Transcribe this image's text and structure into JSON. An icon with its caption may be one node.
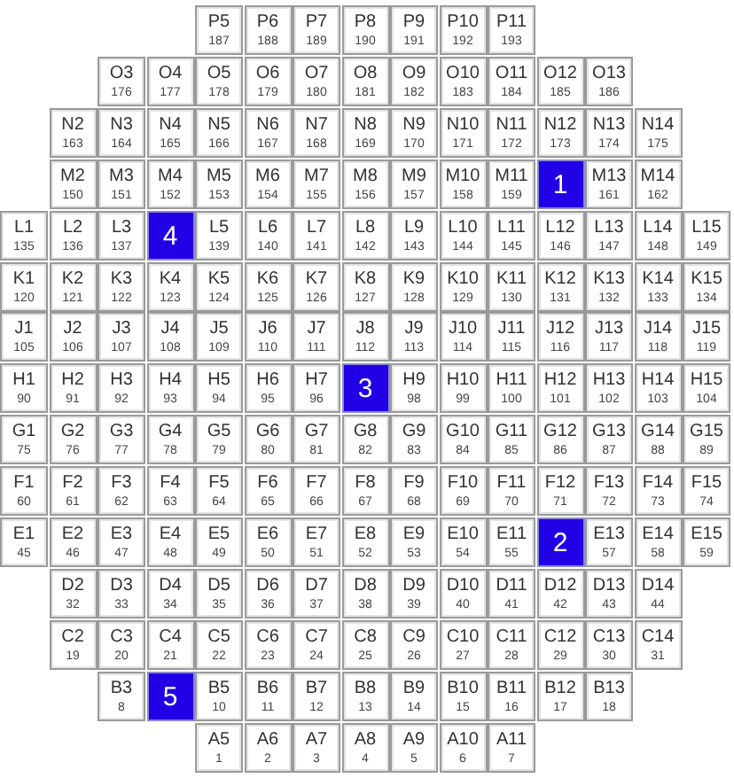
{
  "diagram": {
    "nodes": [
      {
        "text": [
          "P5",
          "187"
        ]
      },
      {
        "text": [
          "P6",
          "188"
        ]
      },
      {
        "text": [
          "P7",
          "189"
        ]
      },
      {
        "text": [
          "P8",
          "190"
        ]
      },
      {
        "text": [
          "P9",
          "191"
        ]
      },
      {
        "text": [
          "P10",
          "192"
        ]
      },
      {
        "text": [
          "P11",
          "193"
        ]
      },
      {
        "text": [
          "O3",
          "176"
        ]
      },
      {
        "text": [
          "O4",
          "177"
        ]
      },
      {
        "text": [
          "O5",
          "178"
        ]
      },
      {
        "text": [
          "O6",
          "179"
        ]
      },
      {
        "text": [
          "O7",
          "180"
        ]
      },
      {
        "text": [
          "O8",
          "181"
        ]
      },
      {
        "text": [
          "O9",
          "182"
        ]
      },
      {
        "text": [
          "O10",
          "183"
        ]
      },
      {
        "text": [
          "O11",
          "184"
        ]
      },
      {
        "text": [
          "O12",
          "185"
        ]
      },
      {
        "text": [
          "O13",
          "186"
        ]
      },
      {
        "text": [
          "N2",
          "163"
        ]
      },
      {
        "text": [
          "N3",
          "164"
        ]
      },
      {
        "text": [
          "N4",
          "165"
        ]
      },
      {
        "text": [
          "N5",
          "166"
        ]
      },
      {
        "text": [
          "N6",
          "167"
        ]
      },
      {
        "text": [
          "N7",
          "168"
        ]
      },
      {
        "text": [
          "N8",
          "169"
        ]
      },
      {
        "text": [
          "N9",
          "170"
        ]
      },
      {
        "text": [
          "N10",
          "171"
        ]
      },
      {
        "text": [
          "N11",
          "172"
        ]
      },
      {
        "text": [
          "N12",
          "173"
        ]
      },
      {
        "text": [
          "N13",
          "174"
        ]
      },
      {
        "text": [
          "N14",
          "175"
        ]
      },
      {
        "text": [
          "M2",
          "150"
        ]
      },
      {
        "text": [
          "M3",
          "151"
        ]
      },
      {
        "text": [
          "M4",
          "152"
        ]
      },
      {
        "text": [
          "M5",
          "153"
        ]
      },
      {
        "text": [
          "M6",
          "154"
        ]
      },
      {
        "text": [
          "M7",
          "155"
        ]
      },
      {
        "text": [
          "M8",
          "156"
        ]
      },
      {
        "text": [
          "M9",
          "157"
        ]
      },
      {
        "text": [
          "M10",
          "158"
        ]
      },
      {
        "text": [
          "M11",
          "159"
        ]
      },
      {
        "text": [
          "1"
        ]
      },
      {
        "text": [
          "M13",
          "161"
        ]
      },
      {
        "text": [
          "M14",
          "162"
        ]
      },
      {
        "text": [
          "L1",
          "135"
        ]
      },
      {
        "text": [
          "L2",
          "136"
        ]
      },
      {
        "text": [
          "L3",
          "137"
        ]
      },
      {
        "text": [
          "4"
        ]
      },
      {
        "text": [
          "L5",
          "139"
        ]
      },
      {
        "text": [
          "L6",
          "140"
        ]
      },
      {
        "text": [
          "L7",
          "141"
        ]
      },
      {
        "text": [
          "L8",
          "142"
        ]
      },
      {
        "text": [
          "L9",
          "143"
        ]
      },
      {
        "text": [
          "L10",
          "144"
        ]
      },
      {
        "text": [
          "L11",
          "145"
        ]
      },
      {
        "text": [
          "L12",
          "146"
        ]
      },
      {
        "text": [
          "L13",
          "147"
        ]
      },
      {
        "text": [
          "L14",
          "148"
        ]
      },
      {
        "text": [
          "L15",
          "149"
        ]
      },
      {
        "text": [
          "K1",
          "120"
        ]
      },
      {
        "text": [
          "K2",
          "121"
        ]
      },
      {
        "text": [
          "K3",
          "122"
        ]
      },
      {
        "text": [
          "K4",
          "123"
        ]
      },
      {
        "text": [
          "K5",
          "124"
        ]
      },
      {
        "text": [
          "K6",
          "125"
        ]
      },
      {
        "text": [
          "K7",
          "126"
        ]
      },
      {
        "text": [
          "K8",
          "127"
        ]
      },
      {
        "text": [
          "K9",
          "128"
        ]
      },
      {
        "text": [
          "K10",
          "129"
        ]
      },
      {
        "text": [
          "K11",
          "130"
        ]
      },
      {
        "text": [
          "K12",
          "131"
        ]
      },
      {
        "text": [
          "K13",
          "132"
        ]
      },
      {
        "text": [
          "K14",
          "133"
        ]
      },
      {
        "text": [
          "K15",
          "134"
        ]
      },
      {
        "text": [
          "J1",
          "105"
        ]
      },
      {
        "text": [
          "J2",
          "106"
        ]
      },
      {
        "text": [
          "J3",
          "107"
        ]
      },
      {
        "text": [
          "J4",
          "108"
        ]
      },
      {
        "text": [
          "J5",
          "109"
        ]
      },
      {
        "text": [
          "J6",
          "110"
        ]
      },
      {
        "text": [
          "J7",
          "111"
        ]
      },
      {
        "text": [
          "J8",
          "112"
        ]
      },
      {
        "text": [
          "J9",
          "113"
        ]
      },
      {
        "text": [
          "J10",
          "114"
        ]
      },
      {
        "text": [
          "J11",
          "115"
        ]
      },
      {
        "text": [
          "J12",
          "116"
        ]
      },
      {
        "text": [
          "J13",
          "117"
        ]
      },
      {
        "text": [
          "J14",
          "118"
        ]
      },
      {
        "text": [
          "J15",
          "119"
        ]
      },
      {
        "text": [
          "H1",
          "90"
        ]
      },
      {
        "text": [
          "H2",
          "91"
        ]
      },
      {
        "text": [
          "H3",
          "92"
        ]
      },
      {
        "text": [
          "H4",
          "93"
        ]
      },
      {
        "text": [
          "H5",
          "94"
        ]
      },
      {
        "text": [
          "H6",
          "95"
        ]
      },
      {
        "text": [
          "H7",
          "96"
        ]
      },
      {
        "text": [
          "3"
        ]
      },
      {
        "text": [
          "H9",
          "98"
        ]
      },
      {
        "text": [
          "H10",
          "99"
        ]
      },
      {
        "text": [
          "H11",
          "100"
        ]
      },
      {
        "text": [
          "H12",
          "101"
        ]
      },
      {
        "text": [
          "H13",
          "102"
        ]
      },
      {
        "text": [
          "H14",
          "103"
        ]
      },
      {
        "text": [
          "H15",
          "104"
        ]
      },
      {
        "text": [
          "G1",
          "75"
        ]
      },
      {
        "text": [
          "G2",
          "76"
        ]
      },
      {
        "text": [
          "G3",
          "77"
        ]
      },
      {
        "text": [
          "G4",
          "78"
        ]
      },
      {
        "text": [
          "G5",
          "79"
        ]
      },
      {
        "text": [
          "G6",
          "80"
        ]
      },
      {
        "text": [
          "G7",
          "81"
        ]
      },
      {
        "text": [
          "G8",
          "82"
        ]
      },
      {
        "text": [
          "G9",
          "83"
        ]
      },
      {
        "text": [
          "G10",
          "84"
        ]
      },
      {
        "text": [
          "G11",
          "85"
        ]
      },
      {
        "text": [
          "G12",
          "86"
        ]
      },
      {
        "text": [
          "G13",
          "87"
        ]
      },
      {
        "text": [
          "G14",
          "88"
        ]
      },
      {
        "text": [
          "G15",
          "89"
        ]
      },
      {
        "text": [
          "F1",
          "60"
        ]
      },
      {
        "text": [
          "F2",
          "61"
        ]
      },
      {
        "text": [
          "F3",
          "62"
        ]
      },
      {
        "text": [
          "F4",
          "63"
        ]
      },
      {
        "text": [
          "F5",
          "64"
        ]
      },
      {
        "text": [
          "F6",
          "65"
        ]
      },
      {
        "text": [
          "F7",
          "66"
        ]
      },
      {
        "text": [
          "F8",
          "67"
        ]
      },
      {
        "text": [
          "F9",
          "68"
        ]
      },
      {
        "text": [
          "F10",
          "69"
        ]
      },
      {
        "text": [
          "F11",
          "70"
        ]
      },
      {
        "text": [
          "F12",
          "71"
        ]
      },
      {
        "text": [
          "F13",
          "72"
        ]
      },
      {
        "text": [
          "F14",
          "73"
        ]
      },
      {
        "text": [
          "F15",
          "74"
        ]
      },
      {
        "text": [
          "E1",
          "45"
        ]
      },
      {
        "text": [
          "E2",
          "46"
        ]
      },
      {
        "text": [
          "E3",
          "47"
        ]
      },
      {
        "text": [
          "E4",
          "48"
        ]
      },
      {
        "text": [
          "E5",
          "49"
        ]
      },
      {
        "text": [
          "E6",
          "50"
        ]
      },
      {
        "text": [
          "E7",
          "51"
        ]
      },
      {
        "text": [
          "E8",
          "52"
        ]
      },
      {
        "text": [
          "E9",
          "53"
        ]
      },
      {
        "text": [
          "E10",
          "54"
        ]
      },
      {
        "text": [
          "E11",
          "55"
        ]
      },
      {
        "text": [
          "2"
        ]
      },
      {
        "text": [
          "E13",
          "57"
        ]
      },
      {
        "text": [
          "E14",
          "58"
        ]
      },
      {
        "text": [
          "E15",
          "59"
        ]
      },
      {
        "text": [
          "D2",
          "32"
        ]
      },
      {
        "text": [
          "D3",
          "33"
        ]
      },
      {
        "text": [
          "D4",
          "34"
        ]
      },
      {
        "text": [
          "D5",
          "35"
        ]
      },
      {
        "text": [
          "D6",
          "36"
        ]
      },
      {
        "text": [
          "D7",
          "37"
        ]
      },
      {
        "text": [
          "D8",
          "38"
        ]
      },
      {
        "text": [
          "D9",
          "39"
        ]
      },
      {
        "text": [
          "D10",
          "40"
        ]
      },
      {
        "text": [
          "D11",
          "41"
        ]
      },
      {
        "text": [
          "D12",
          "42"
        ]
      },
      {
        "text": [
          "D13",
          "43"
        ]
      },
      {
        "text": [
          "D14",
          "44"
        ]
      },
      {
        "text": [
          "C2",
          "19"
        ]
      },
      {
        "text": [
          "C3",
          "20"
        ]
      },
      {
        "text": [
          "C4",
          "21"
        ]
      },
      {
        "text": [
          "C5",
          "22"
        ]
      },
      {
        "text": [
          "C6",
          "23"
        ]
      },
      {
        "text": [
          "C7",
          "24"
        ]
      },
      {
        "text": [
          "C8",
          "25"
        ]
      },
      {
        "text": [
          "C9",
          "26"
        ]
      },
      {
        "text": [
          "C10",
          "27"
        ]
      },
      {
        "text": [
          "C11",
          "28"
        ]
      },
      {
        "text": [
          "C12",
          "29"
        ]
      },
      {
        "text": [
          "C13",
          "30"
        ]
      },
      {
        "text": [
          "C14",
          "31"
        ]
      },
      {
        "text": [
          "B3",
          "8"
        ]
      },
      {
        "text": [
          "5"
        ]
      },
      {
        "text": [
          "B5",
          "10"
        ]
      },
      {
        "text": [
          "B6",
          "11"
        ]
      },
      {
        "text": [
          "B7",
          "12"
        ]
      },
      {
        "text": [
          "B8",
          "13"
        ]
      },
      {
        "text": [
          "B9",
          "14"
        ]
      },
      {
        "text": [
          "B10",
          "15"
        ]
      },
      {
        "text": [
          "B11",
          "16"
        ]
      },
      {
        "text": [
          "B12",
          "17"
        ]
      },
      {
        "text": [
          "B13",
          "18"
        ]
      },
      {
        "text": [
          "A5",
          "1"
        ]
      },
      {
        "text": [
          "A6",
          "2"
        ]
      },
      {
        "text": [
          "A7",
          "3"
        ]
      },
      {
        "text": [
          "A8",
          "4"
        ]
      },
      {
        "text": [
          "A9",
          "5"
        ]
      },
      {
        "text": [
          "A10",
          "6"
        ]
      },
      {
        "text": [
          "A11",
          "7"
        ]
      }
    ]
  }
}
